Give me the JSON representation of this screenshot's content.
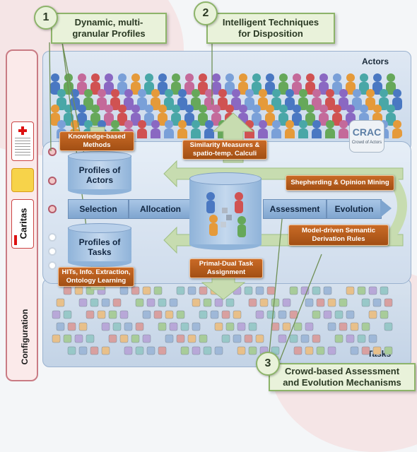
{
  "callouts": [
    {
      "num": "1",
      "text_line1": "Dynamic, multi-",
      "text_line2": "granular Profiles"
    },
    {
      "num": "2",
      "text_line1": "Intelligent Techniques",
      "text_line2": "for Disposition"
    },
    {
      "num": "3",
      "text_line1": "Crowd-based Assessment",
      "text_line2": "and Evolution Mechanisms"
    }
  ],
  "regions": {
    "actors": "Actors",
    "tasks": "Tasks",
    "configuration": "Configuration"
  },
  "methods": {
    "knowledge_line1": "Knowledge-based",
    "knowledge_line2": "Methods",
    "similarity_line1": "Similarity Measures &",
    "similarity_line2": "spatio-temp. Calculi",
    "shepherding": "Shepherding & Opinion Mining",
    "model_line1": "Model-driven Semantic",
    "model_line2": "Derivation Rules",
    "hits_line1": "HITs, Info. Extraction,",
    "hits_line2": "Ontology Learning",
    "primal_line1": "Primal-Dual Task",
    "primal_line2": "Assignment"
  },
  "stages": [
    "Selection",
    "Allocation",
    "Assessment",
    "Evolution"
  ],
  "profiles": {
    "actors_line1": "Profiles of",
    "actors_line2": "Actors",
    "tasks_line1": "Profiles of",
    "tasks_line2": "Tasks"
  },
  "logo": {
    "name": "CRAC",
    "subtitle": "Crowd of Actors"
  },
  "partners": {
    "caritas": "Caritas"
  },
  "colors": {
    "callout_fill": "#e9f2da",
    "callout_border": "#8db46a",
    "method_box": "#b85a1c",
    "stage_blue": "#8fb3d9",
    "arrow_green": "#c7dcb0",
    "partner_red": "#c0392b"
  }
}
